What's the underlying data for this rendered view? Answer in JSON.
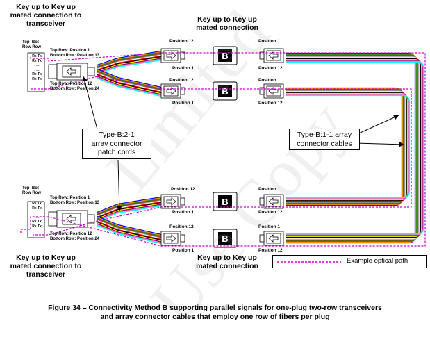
{
  "titles": {
    "top_left": [
      "Key up to Key up",
      "mated connection to",
      "transceiver"
    ],
    "top_mid": [
      "Key up to Key up",
      "mated connection"
    ],
    "bottom_left": [
      "Key up to Key up",
      "mated connection to",
      "transceiver"
    ],
    "bottom_mid": [
      "Key up to Key up",
      "mated connection"
    ]
  },
  "transceiver": {
    "col_top": "Top",
    "col_bot": "Bot",
    "row_label": "Row",
    "rx_tx": "Rx Tx",
    "dots": ". . ."
  },
  "patch_labels": {
    "top_row_pos1": "Top Row: Position 1",
    "bottom_row_pos13": "Bottom Row: Position 13",
    "top_row_pos12": "Top Row: Position 12",
    "bottom_row_pos24": "Bottom Row: Position 24"
  },
  "positions": {
    "p12": "Position 12",
    "p1": "Position 1"
  },
  "adapter_letter": "B",
  "callouts": {
    "patch_cords": [
      "Type-B:2-1",
      "array connector",
      "patch cords"
    ],
    "array_cables": [
      "Type-B:1-1 array",
      "connector cables"
    ]
  },
  "legend": {
    "label": "Example optical path"
  },
  "caption": [
    "Figure 34 – Connectivity Method B supporting parallel signals for one-plug two-row transceivers",
    "and array connector cables that employ one row of fibers per plug"
  ],
  "watermark": [
    "Limited",
    "Use Copy"
  ],
  "colors": {
    "path": "#cc00cc",
    "fibers": [
      "#0000ff",
      "#ff8c00",
      "#228b22",
      "#8b4513",
      "#808080",
      "#ffffff",
      "#ff0000",
      "#000000",
      "#ffff00",
      "#800080",
      "#ff69b4",
      "#00ffff"
    ]
  }
}
